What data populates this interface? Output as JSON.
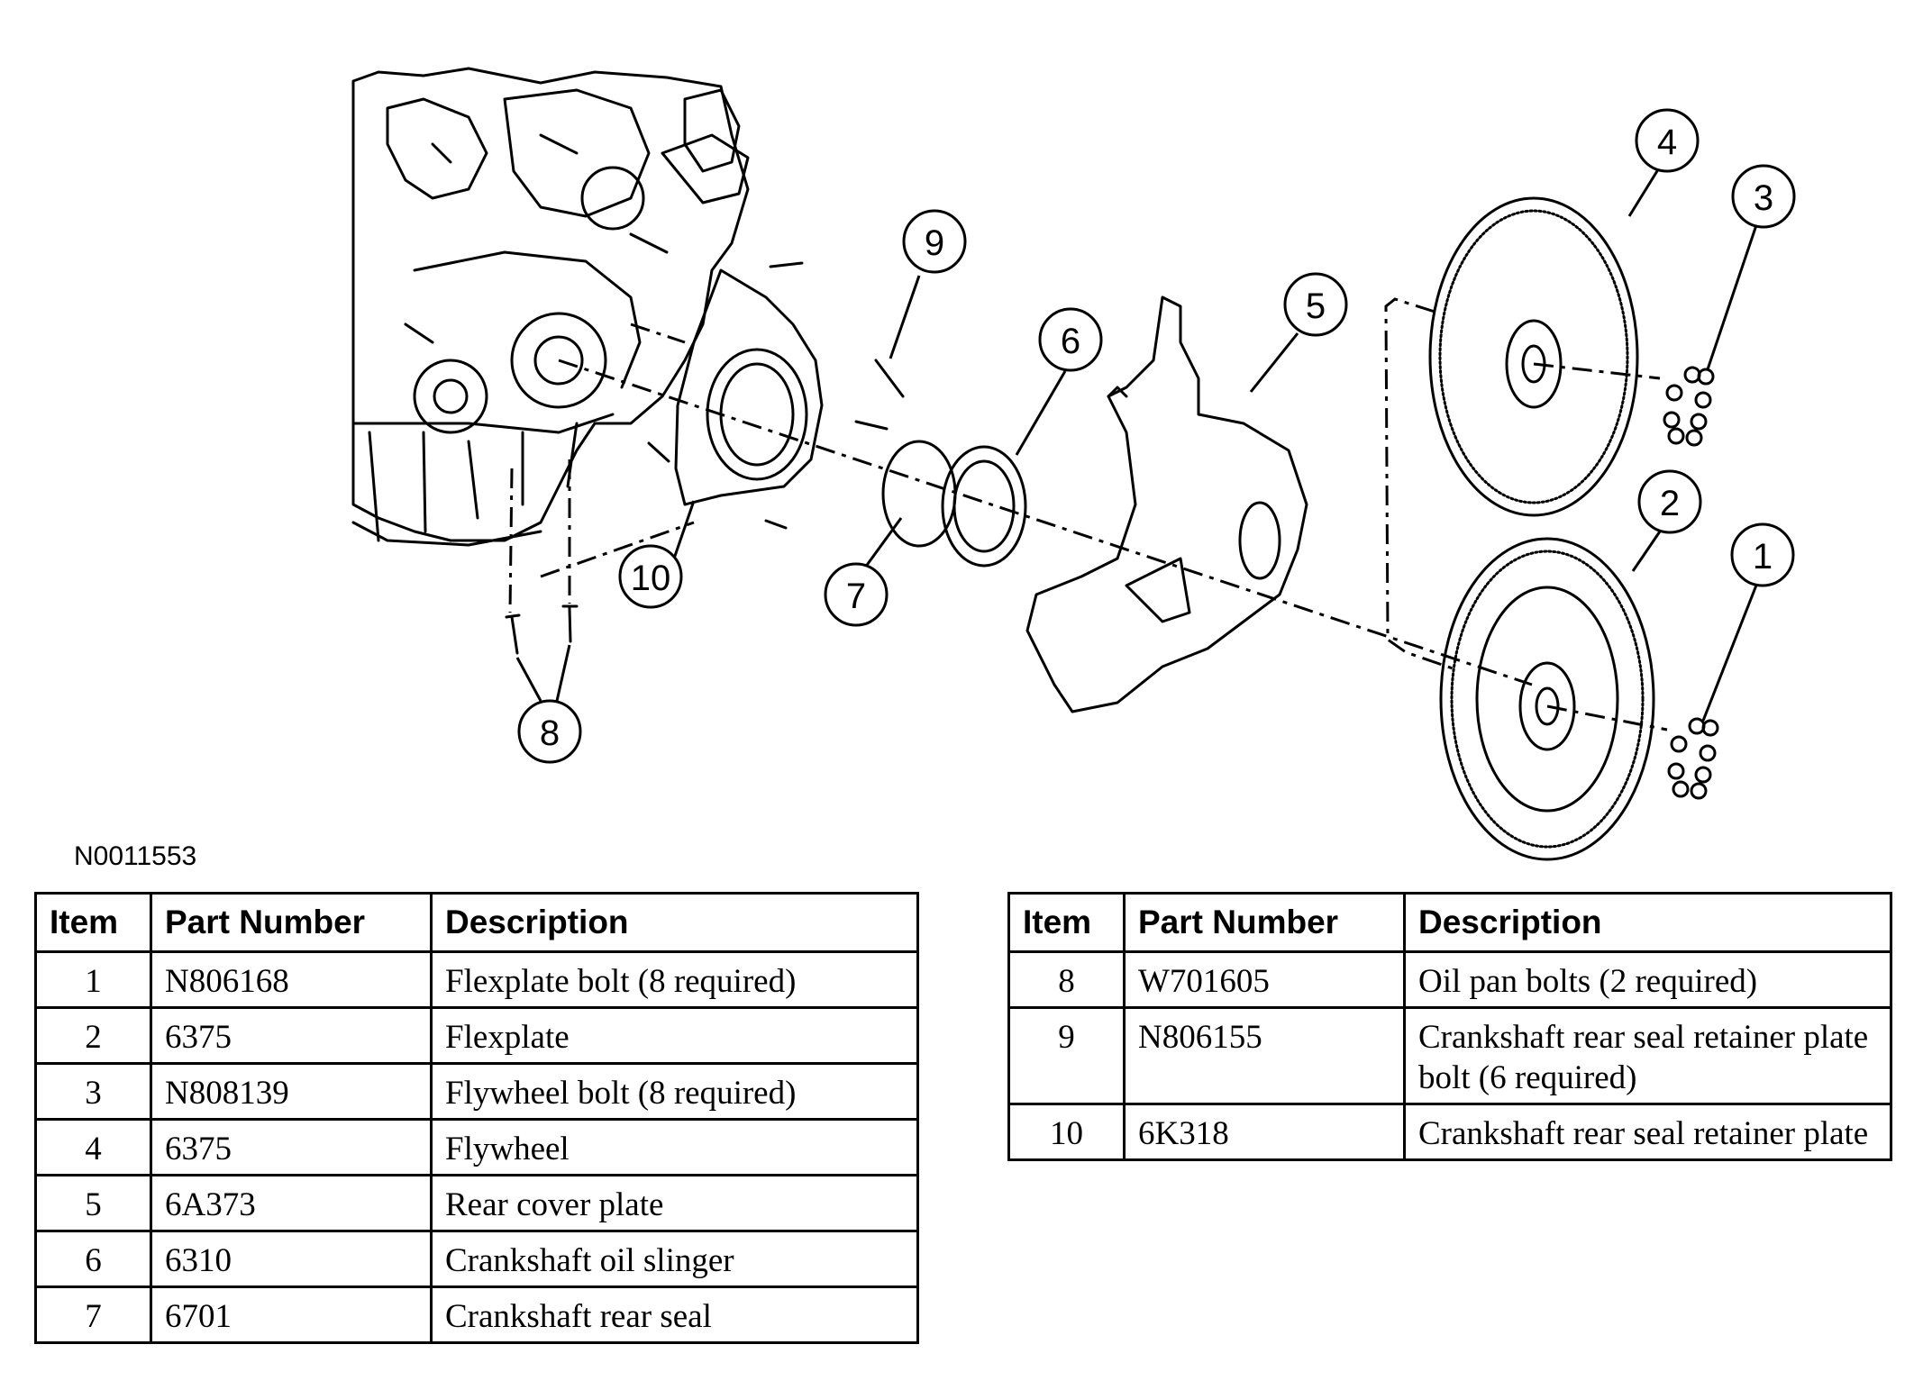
{
  "figure_id": "N0011553",
  "callouts": [
    "1",
    "2",
    "3",
    "4",
    "5",
    "6",
    "7",
    "8",
    "9",
    "10"
  ],
  "table_headers": {
    "item": "Item",
    "part_number": "Part Number",
    "description": "Description"
  },
  "left_table": [
    {
      "item": "1",
      "part": "N806168",
      "desc": "Flexplate bolt (8 required)"
    },
    {
      "item": "2",
      "part": "6375",
      "desc": "Flexplate"
    },
    {
      "item": "3",
      "part": "N808139",
      "desc": "Flywheel bolt (8 required)"
    },
    {
      "item": "4",
      "part": "6375",
      "desc": "Flywheel"
    },
    {
      "item": "5",
      "part": "6A373",
      "desc": "Rear cover plate"
    },
    {
      "item": "6",
      "part": "6310",
      "desc": "Crankshaft oil slinger"
    },
    {
      "item": "7",
      "part": "6701",
      "desc": "Crankshaft rear seal"
    }
  ],
  "right_table": [
    {
      "item": "8",
      "part": "W701605",
      "desc": "Oil pan bolts (2 required)"
    },
    {
      "item": "9",
      "part": "N806155",
      "desc": "Crankshaft rear seal retainer plate bolt (6 required)"
    },
    {
      "item": "10",
      "part": "6K318",
      "desc": "Crankshaft rear seal retainer plate"
    }
  ]
}
